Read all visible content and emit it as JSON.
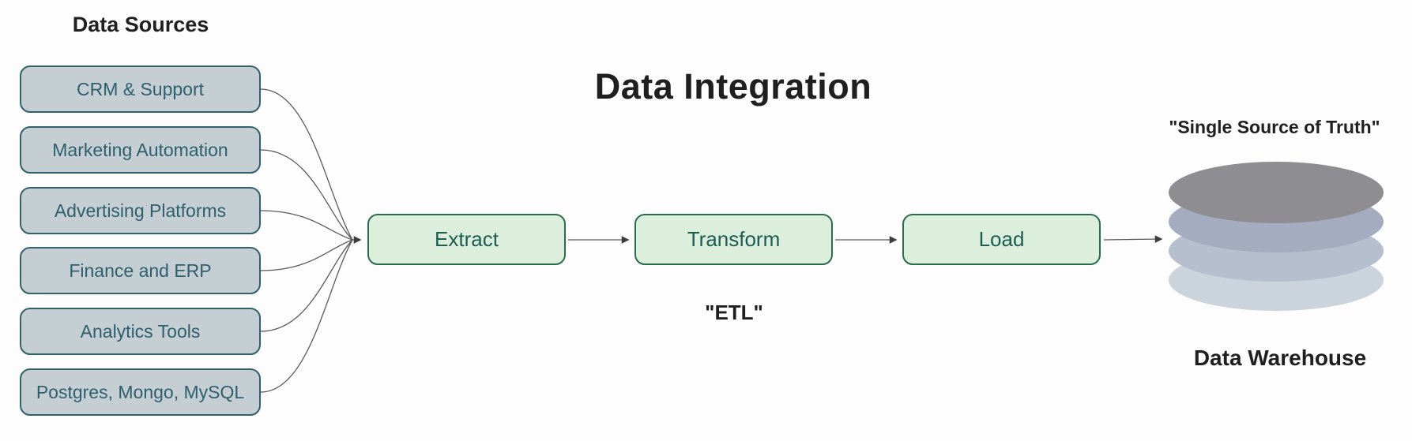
{
  "diagram": {
    "title": "Data Integration"
  },
  "sources": {
    "heading": "Data Sources",
    "items": [
      {
        "label": "CRM & Support"
      },
      {
        "label": "Marketing Automation"
      },
      {
        "label": "Advertising Platforms"
      },
      {
        "label": "Finance and ERP"
      },
      {
        "label": "Analytics Tools"
      },
      {
        "label": "Postgres, Mongo, MySQL"
      }
    ]
  },
  "pipeline": {
    "caption": "\"ETL\"",
    "steps": [
      {
        "label": "Extract"
      },
      {
        "label": "Transform"
      },
      {
        "label": "Load"
      }
    ]
  },
  "warehouse": {
    "quote": "\"Single Source of Truth\"",
    "label": "Data Warehouse",
    "icon": "database-cylinder-icon",
    "layers": 4
  },
  "colors": {
    "background": "#fdfdfd",
    "title_text": "#1f1f1f",
    "source_box_fill": "#c4ced3",
    "source_box_border": "#33606d",
    "source_box_text": "#2e5f6d",
    "step_box_fill": "#dcefdd",
    "step_box_border": "#2d6b4f",
    "step_box_text": "#1d5c51",
    "connector": "#5b5b5b",
    "db_layer_1": "#8d8d92",
    "db_layer_2": "#a3adbf",
    "db_layer_3": "#b5bfcd",
    "db_layer_4": "#cbd3dc"
  }
}
